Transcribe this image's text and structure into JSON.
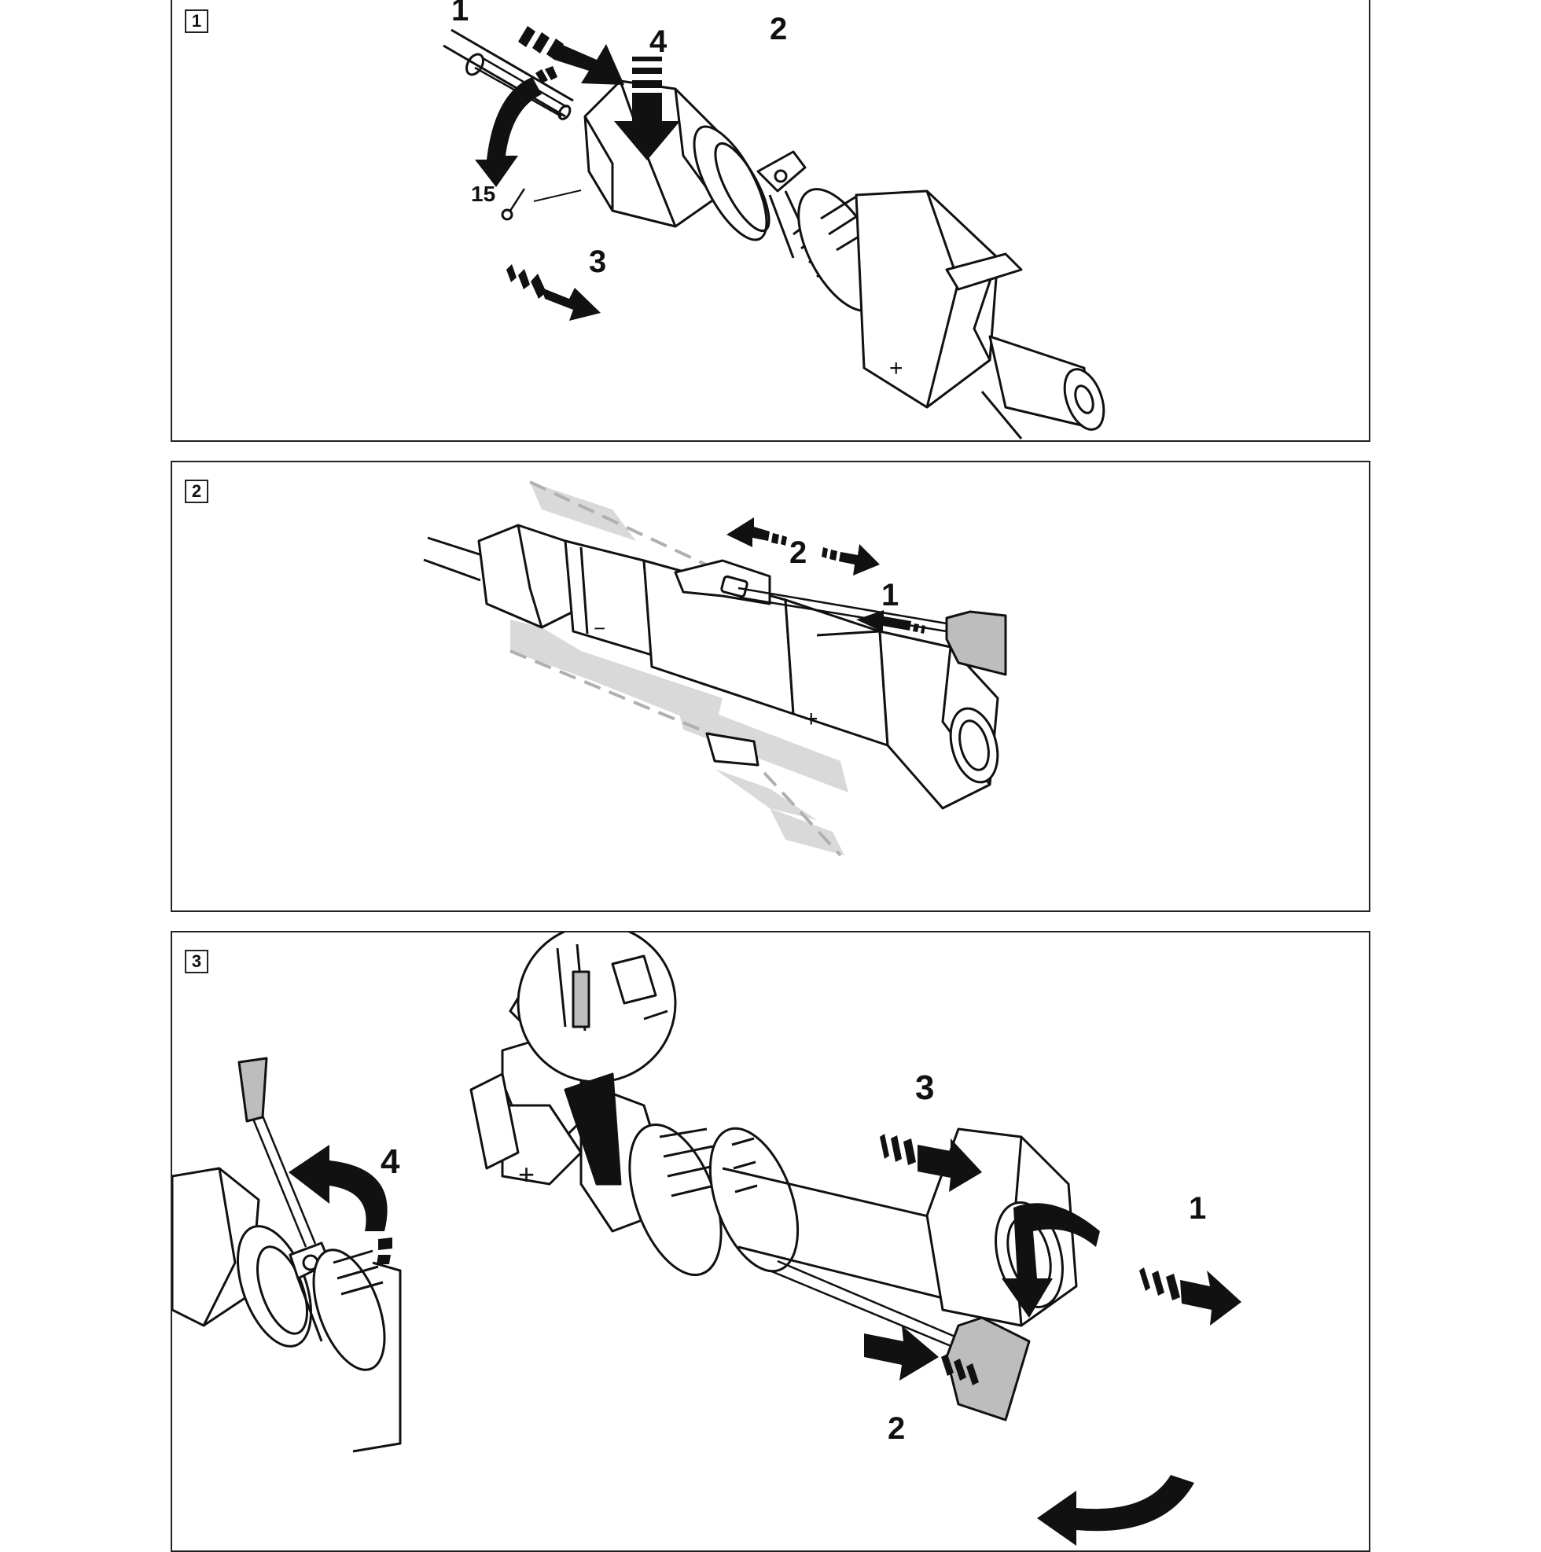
{
  "panels": [
    {
      "step": "1",
      "labels": {
        "a1": "1",
        "a2": "2",
        "a3": "3",
        "a4": "4",
        "part": "15"
      },
      "polarity": "+"
    },
    {
      "step": "2",
      "labels": {
        "b1": "1",
        "b2": "2"
      },
      "polarity_minus": "−",
      "polarity_plus": "+"
    },
    {
      "step": "3",
      "labels": {
        "c1": "1",
        "c2": "2",
        "c3": "3",
        "c4": "4"
      },
      "polarity": "+"
    }
  ],
  "colors": {
    "line": "#111111",
    "grey": "#bdbdbd",
    "shade": "#d9d9d9"
  }
}
